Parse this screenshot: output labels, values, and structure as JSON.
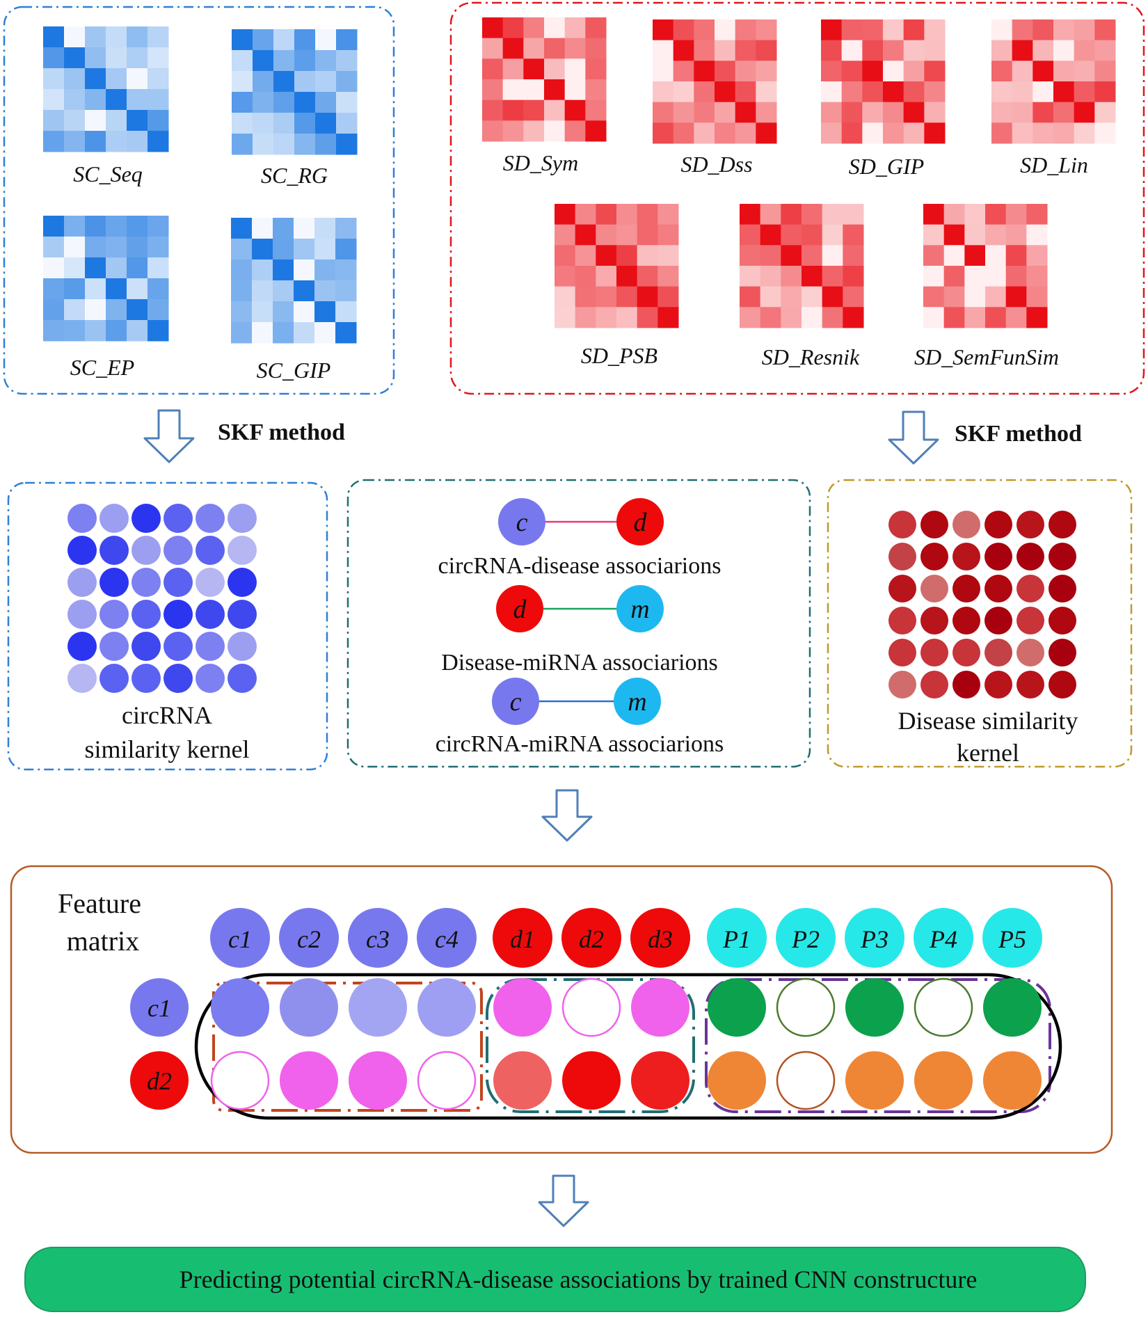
{
  "colors": {
    "blue_frame": "#2F7FD6",
    "red_frame": "#E0161B",
    "teal_frame": "#1F6E73",
    "gold_frame": "#BF9A2A",
    "brown_frame": "#B55A24",
    "arrow": "#4F7FB8",
    "circ_node": "#7878EE",
    "dis_node": "#EE0A0A",
    "mir_node": "#1EB8F0",
    "p_node": "#27E8E8",
    "banner_fill": "#17BE72",
    "pink_cell": "#F062EC",
    "green_cell": "#0CA14C",
    "orange_cell": "#EE8635"
  },
  "circrna_similarities": [
    {
      "id": "sc-seq",
      "label": "SC_Seq"
    },
    {
      "id": "sc-rg",
      "label": "SC_RG"
    },
    {
      "id": "sc-ep",
      "label": "SC_EP"
    },
    {
      "id": "sc-gip",
      "label": "SC_GIP"
    }
  ],
  "disease_similarities": [
    {
      "id": "sd-sym",
      "label": "SD_Sym"
    },
    {
      "id": "sd-dss",
      "label": "SD_Dss"
    },
    {
      "id": "sd-gip",
      "label": "SD_GIP"
    },
    {
      "id": "sd-lin",
      "label": "SD_Lin"
    },
    {
      "id": "sd-psb",
      "label": "SD_PSB"
    },
    {
      "id": "sd-resnik",
      "label": "SD_Resnik"
    },
    {
      "id": "sd-semfunsim",
      "label": "SD_SemFunSim"
    }
  ],
  "fusion": {
    "left_label": "SKF method",
    "right_label": "SKF method"
  },
  "kernels": {
    "circrna_kernel": {
      "line1": "circRNA",
      "line2": "similarity kernel"
    },
    "disease_kernel": {
      "line1": "Disease similarity",
      "line2": "kernel"
    }
  },
  "associations": [
    {
      "id": "circ-dis",
      "left": "c",
      "right": "d",
      "label": "circRNA-disease associarions"
    },
    {
      "id": "dis-mir",
      "left": "d",
      "right": "m",
      "label": "Disease-miRNA associarions"
    },
    {
      "id": "circ-mir",
      "left": "c",
      "right": "m",
      "label": "circRNA-miRNA associarions"
    }
  ],
  "feature_matrix": {
    "title_line1": "Feature",
    "title_line2": "matrix",
    "columns": [
      {
        "label": "c",
        "sub": "1",
        "kind": "circ"
      },
      {
        "label": "c",
        "sub": "2",
        "kind": "circ"
      },
      {
        "label": "c",
        "sub": "3",
        "kind": "circ"
      },
      {
        "label": "c",
        "sub": "4",
        "kind": "circ"
      },
      {
        "label": "d",
        "sub": "1",
        "kind": "dis"
      },
      {
        "label": "d",
        "sub": "2",
        "kind": "dis"
      },
      {
        "label": "d",
        "sub": "3",
        "kind": "dis"
      },
      {
        "label": "P",
        "sub": "1",
        "kind": "p"
      },
      {
        "label": "P",
        "sub": "2",
        "kind": "p"
      },
      {
        "label": "P",
        "sub": "3",
        "kind": "p"
      },
      {
        "label": "P",
        "sub": "4",
        "kind": "p"
      },
      {
        "label": "P",
        "sub": "5",
        "kind": "p"
      }
    ],
    "rows": [
      {
        "label": "c",
        "sub": "1",
        "kind": "circ"
      },
      {
        "label": "d",
        "sub": "2",
        "kind": "dis"
      }
    ]
  },
  "result": {
    "text": "Predicting potential circRNA-disease associations by trained CNN constructure"
  }
}
